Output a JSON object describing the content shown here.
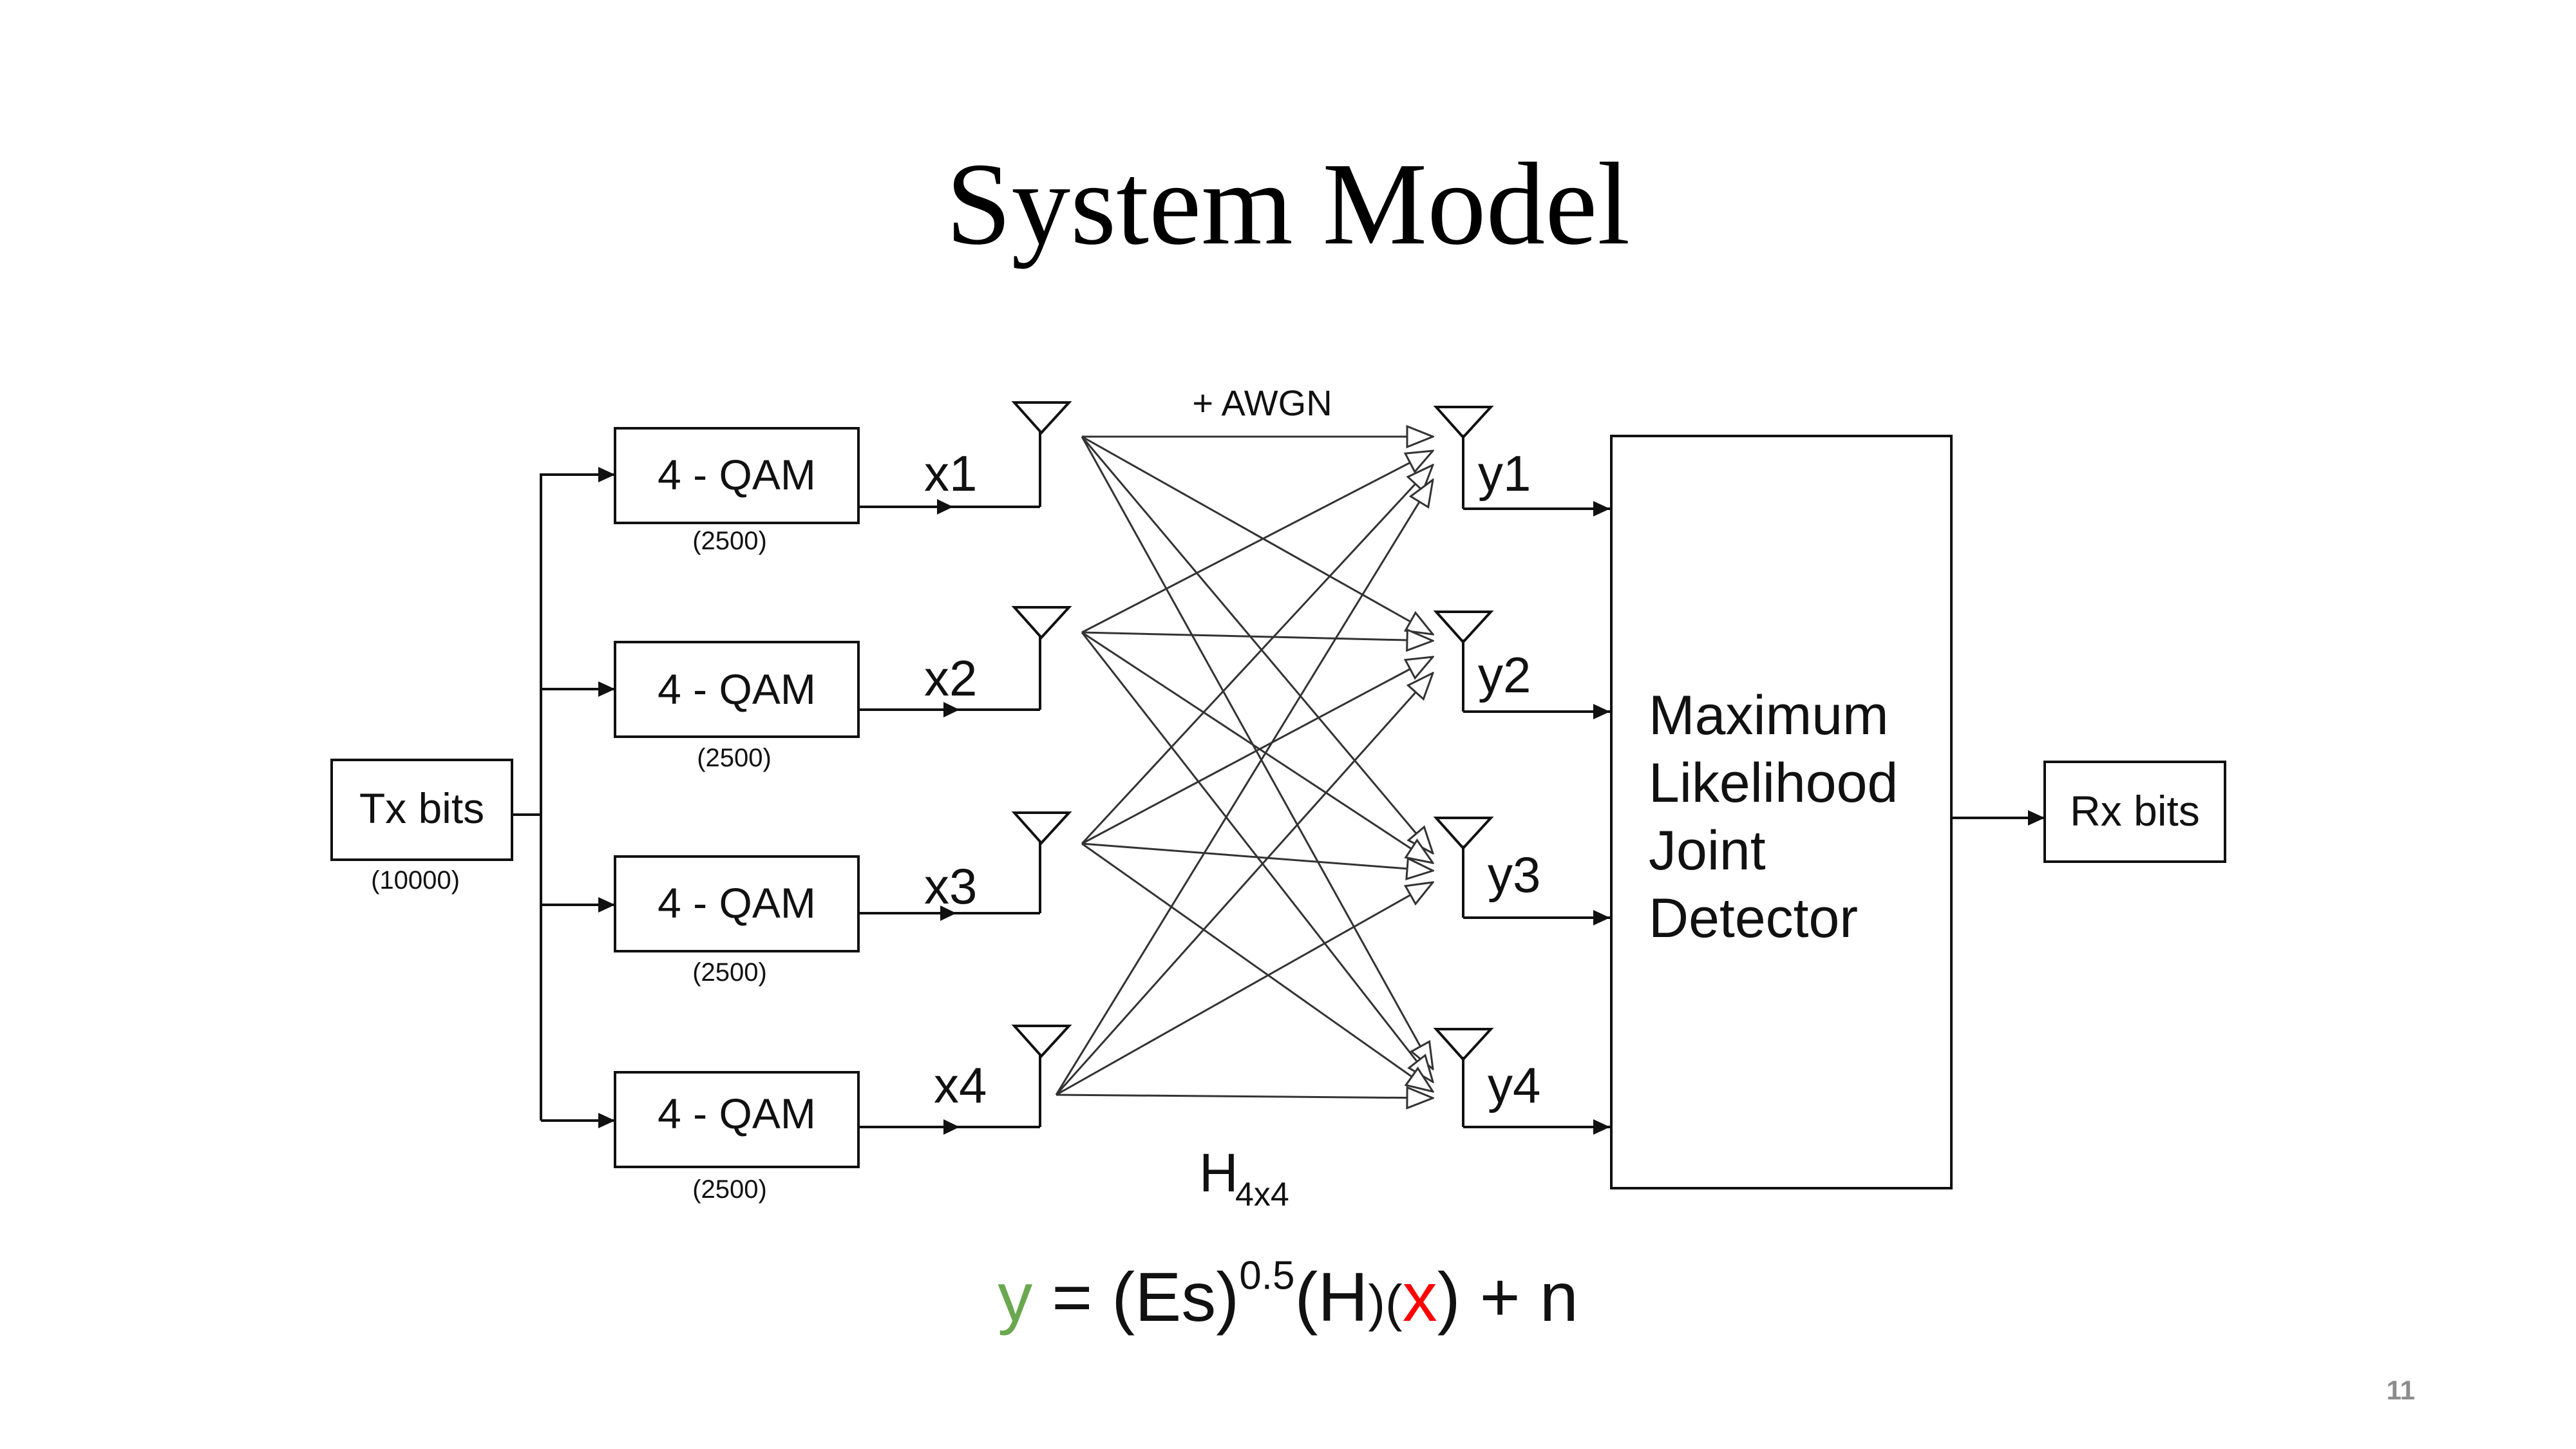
{
  "slide": {
    "title": "System Model",
    "page_number": "11"
  },
  "diagram": {
    "source": {
      "label": "Tx bits",
      "count": "(10000)"
    },
    "modulators": [
      {
        "label": "4 - QAM",
        "count": "(2500)",
        "output": "x1"
      },
      {
        "label": "4 - QAM",
        "count": "(2500)",
        "output": "x2"
      },
      {
        "label": "4 - QAM",
        "count": "(2500)",
        "output": "x3"
      },
      {
        "label": "4 - QAM",
        "count": "(2500)",
        "output": "x4"
      }
    ],
    "channel": {
      "noise_label": "+ AWGN",
      "matrix_label": "H",
      "matrix_subscript": "4x4"
    },
    "receive_outputs": [
      "y1",
      "y2",
      "y3",
      "y4"
    ],
    "detector": {
      "lines": [
        "Maximum",
        "Likelihood",
        "Joint",
        "Detector"
      ]
    },
    "sink": {
      "label": "Rx bits"
    }
  },
  "equation": {
    "y": "y",
    "eq": " = (Es)",
    "exponent": "0.5",
    "h": "(H",
    "paren1": ")(",
    "x": "x",
    "tail": ") + n",
    "colors": {
      "y": "#6aa84f",
      "x": "#ff0000",
      "text": "#111111"
    }
  }
}
